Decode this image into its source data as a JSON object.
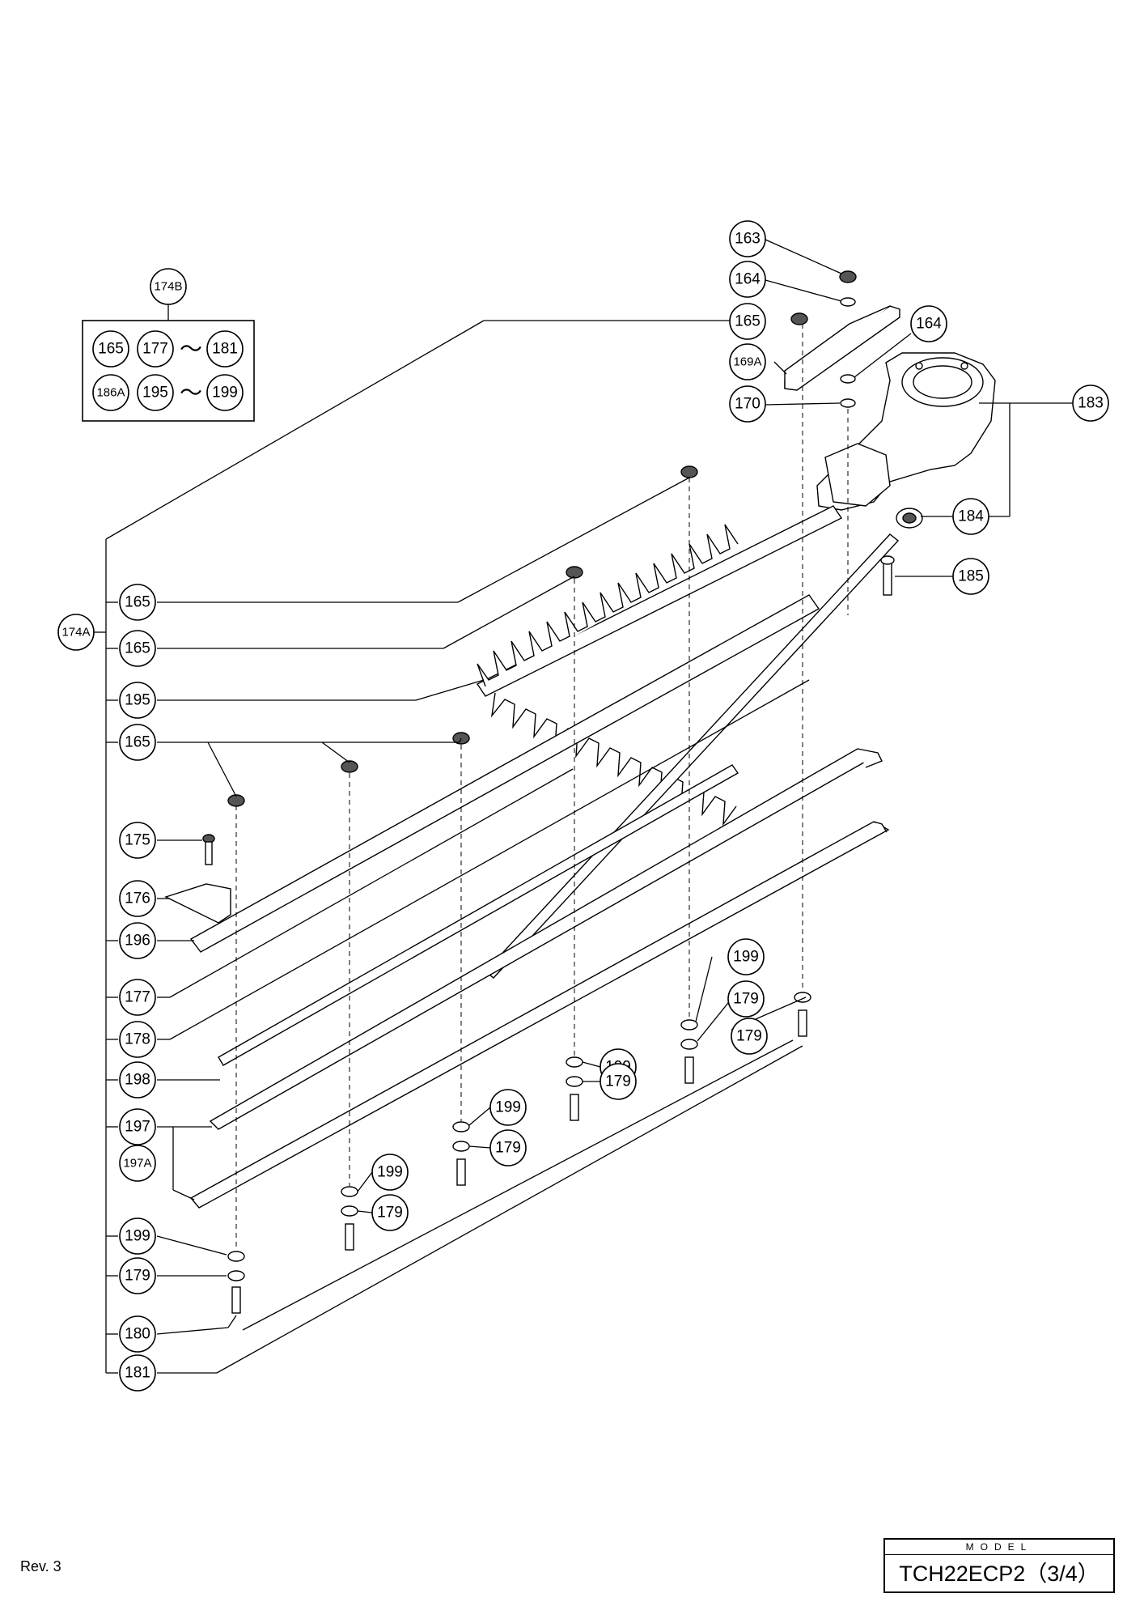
{
  "kit_box": {
    "header": "174B",
    "row1": [
      "165",
      "177",
      "181"
    ],
    "row2": [
      "186A",
      "195",
      "199"
    ],
    "range_symbol": "～"
  },
  "callouts": {
    "c163": "163",
    "c164a": "164",
    "c165a": "165",
    "c164b": "164",
    "c169A": "169A",
    "c170": "170",
    "c183": "183",
    "c184": "184",
    "c185": "185",
    "c174A": "174A",
    "l165a": "165",
    "l165b": "165",
    "l195": "195",
    "l165c": "165",
    "l175": "175",
    "l176": "176",
    "l196": "196",
    "l177": "177",
    "l178": "178",
    "l198": "198",
    "l197": "197",
    "l197A": "197A",
    "l199": "199",
    "l179": "179",
    "l180": "180",
    "l181": "181",
    "r199a": "199",
    "r179a": "179",
    "r179b": "179",
    "m199": "199",
    "m179": "179",
    "n199": "199",
    "n179": "179",
    "p199": "199",
    "p179": "179"
  },
  "footer": {
    "revision": "Rev. 3",
    "model_label": "MODEL",
    "model_value": "TCH22ECP2（3/4）"
  }
}
